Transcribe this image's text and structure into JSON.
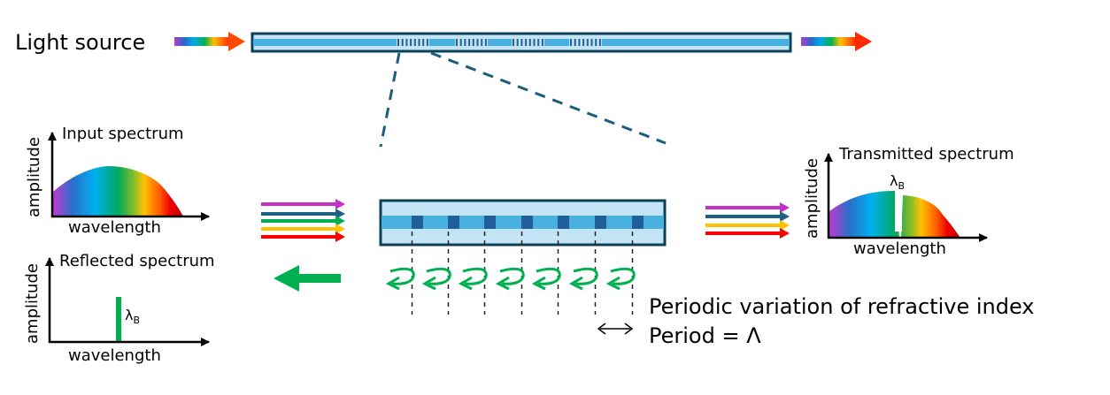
{
  "labels": {
    "light_source": "Light source",
    "input_spectrum": "Input spectrum",
    "reflected_spectrum": "Reflected spectrum",
    "transmitted_spectrum": "Transmitted spectrum",
    "amplitude": "amplitude",
    "wavelength": "wavelength",
    "lambda": "λ",
    "lambda_sub": "B",
    "periodic_variation": "Periodic variation of refractive index",
    "period": "Period = Λ"
  },
  "colors": {
    "fiber_border": "#0d3f56",
    "fiber_cladding": "#c2e4f4",
    "fiber_core": "#48b1e0",
    "grating_segment": "#215f9a",
    "dash_line": "#1a5d7e",
    "reflect_green": "#00b050",
    "spectrum_stops": [
      "#c03ad0",
      "#2a6fc9",
      "#00b0f0",
      "#00b050",
      "#ffc000",
      "#ff6a00",
      "#ff0000",
      "#c00000"
    ],
    "input_arrows": [
      "#c72fc9",
      "#1c6283",
      "#00b050",
      "#ffc000",
      "#ff0000"
    ],
    "transmitted_arrows": [
      "#c72fc9",
      "#1c6283",
      "#ffc000",
      "#ff0000"
    ]
  },
  "fiber": {
    "grating_groups": 4,
    "zoomed_grating_periods": 7
  }
}
